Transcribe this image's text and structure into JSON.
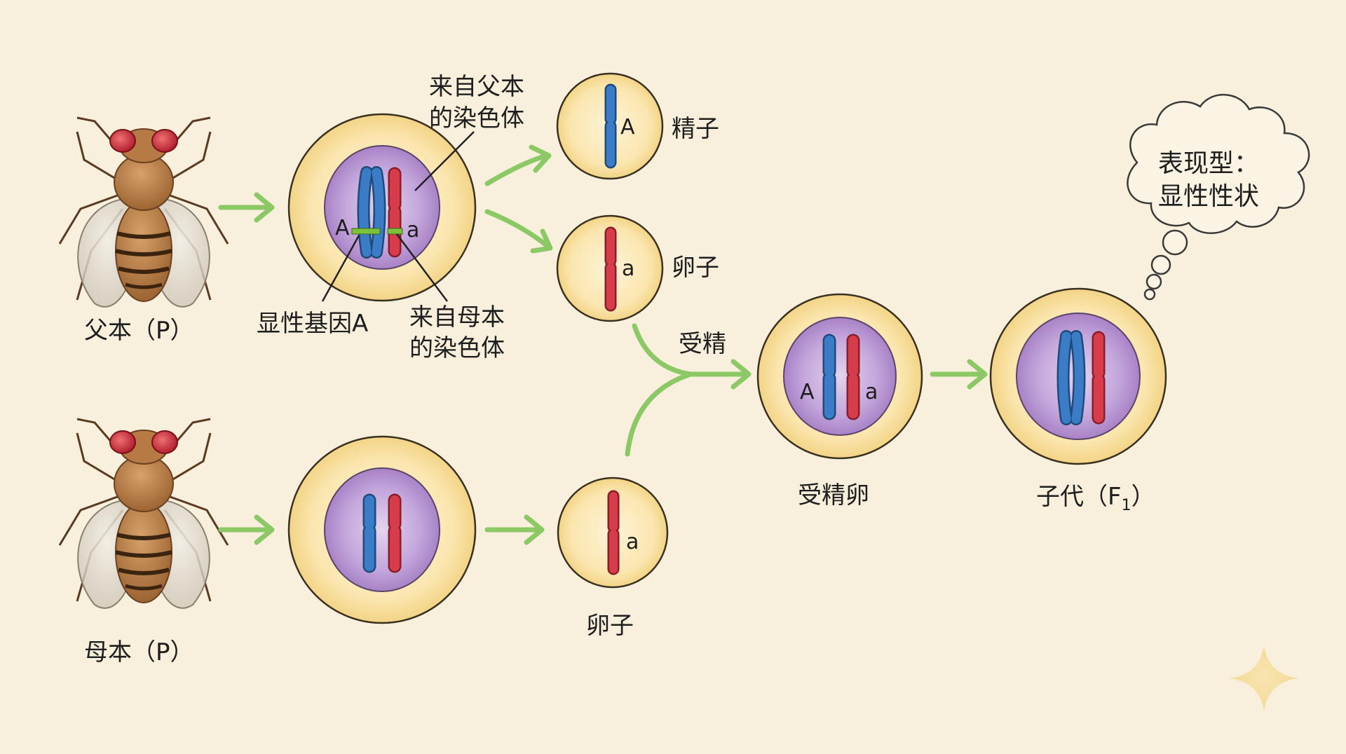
{
  "labels": {
    "father": "父本（P）",
    "mother": "母本（P）",
    "from_father_line1": "来自父本",
    "from_father_line2": "的染色体",
    "from_mother_line1": "来自母本",
    "from_mother_line2": "的染色体",
    "dominant_gene": "显性基因A",
    "sperm": "精子",
    "egg_top": "卵子",
    "egg_bottom": "卵子",
    "fertilization": "受精",
    "zygote": "受精卵",
    "offspring": "子代（F",
    "offspring_sub": "1",
    "offspring_close": "）",
    "phenotype_line1": "表现型：",
    "phenotype_line2": "显性性状"
  },
  "genes": {
    "father_cell_left": "A",
    "father_cell_right": "a",
    "sperm": "A",
    "egg_top": "a",
    "egg_bottom": "a",
    "zygote_left": "A",
    "zygote_right": "a"
  },
  "colors": {
    "background": "#f8f0dc",
    "cell_fill": "#fbe8b4",
    "cell_edge": "#e2c070",
    "nucleus": "#b896d2",
    "paternal_chromosome": "#3a7cc6",
    "maternal_chromosome": "#d63c4a",
    "gene_band": "#7cc23a",
    "arrow": "#8cc866"
  }
}
